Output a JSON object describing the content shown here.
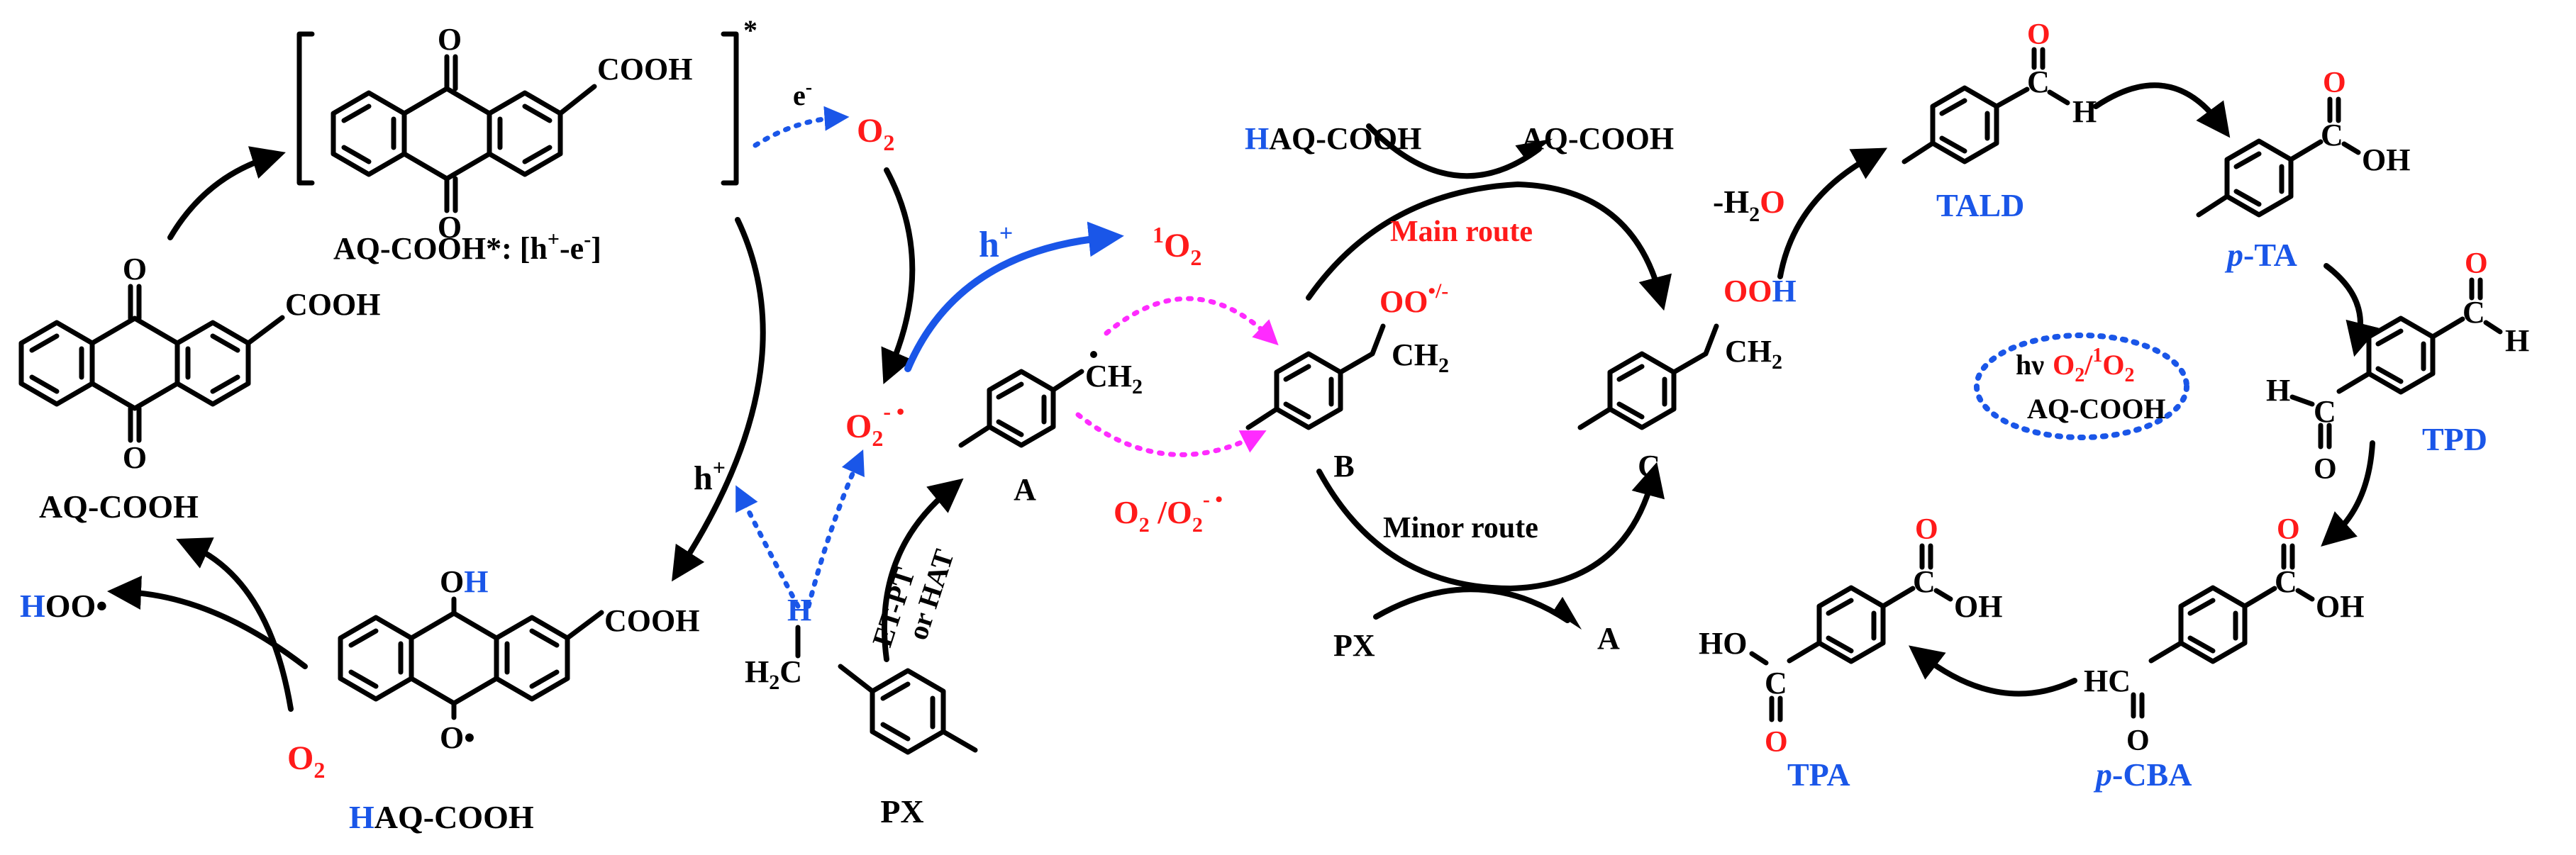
{
  "colors": {
    "black": "#000000",
    "red": "#ff1a1a",
    "blue": "#1a56e8",
    "magenta": "#ff2bff"
  },
  "labels": {
    "excited_star": "*",
    "cooh": "COOH",
    "oxo": "O",
    "excited_name": "AQ-COOH",
    "excited_pair": "*: [h",
    "excited_pair_sup": "+",
    "excited_pair_tail": "-e",
    "excited_pair_sup2": "-",
    "excited_pair_end": "]",
    "electron": "e",
    "electron_sup": "-",
    "o2_top": "O",
    "o2_sub": "2",
    "aq_left": "AQ-COOH",
    "haq_oh_o": "O",
    "haq_oh_h": "H",
    "haq_radical": "O•",
    "haq_name_h": "H",
    "haq_name_rest": "AQ-COOH",
    "hoo_h": "H",
    "hoo_rest": "OO•",
    "o2_bottom": "O",
    "o2_bottom_sub": "2",
    "h_plus_left": "h",
    "h_plus_left_sup": "+",
    "superoxide": "O",
    "superoxide_sub": "2",
    "superoxide_sup": "- •",
    "h_plus_blue": "h",
    "h_plus_blue_sup": "+",
    "singlet_sup": "1",
    "singlet": "O",
    "singlet_sub": "2",
    "ch2_radical": "CH",
    "ch2_sub": "2",
    "label_a": "A",
    "px_h": "H",
    "px_h2c": "H",
    "px_h2c_sub": "2",
    "px_h2c_c": "C",
    "label_px": "PX",
    "et_pt": "ET-PT",
    "or_hat": "or HAT",
    "o2_mag": "O",
    "o2_mag_sub": "2",
    "o2_mag_mid": " /O",
    "o2_mag_sub2": "2",
    "o2_mag_sup": "- •",
    "haq_top_h": "H",
    "haq_top_rest": "AQ-COOH",
    "aq_top": "AQ-COOH",
    "main_route": "Main route",
    "minor_route": "Minor route",
    "peroxy": "OO",
    "peroxy_sup": "•/-",
    "ch2_b": "CH",
    "ch2_b_sub": "2",
    "label_b": "B",
    "ooh_o": "OO",
    "ooh_h": "H",
    "ch2_c": "CH",
    "ch2_c_sub": "2",
    "label_c": "C",
    "px_bottom": "PX",
    "a_bottom": "A",
    "minus_h2o": "-H",
    "minus_h2o_sub": "2",
    "minus_h2o_o": "O",
    "c": "C",
    "h": "H",
    "oh": "OH",
    "ho": "HO",
    "hc": "HC",
    "tald": "TALD",
    "pta_p": "p",
    "pta_rest": "-TA",
    "tpd": "TPD",
    "pcba_p": "p",
    "pcba_rest": "-CBA",
    "tpa": "TPA",
    "cond_hv": "hν",
    "cond_o2": "O",
    "cond_o2_sub": "2",
    "cond_slash": "/",
    "cond_sup1": "1",
    "cond_o2b": "O",
    "cond_o2b_sub": "2",
    "cond_aq": "AQ-COOH"
  }
}
